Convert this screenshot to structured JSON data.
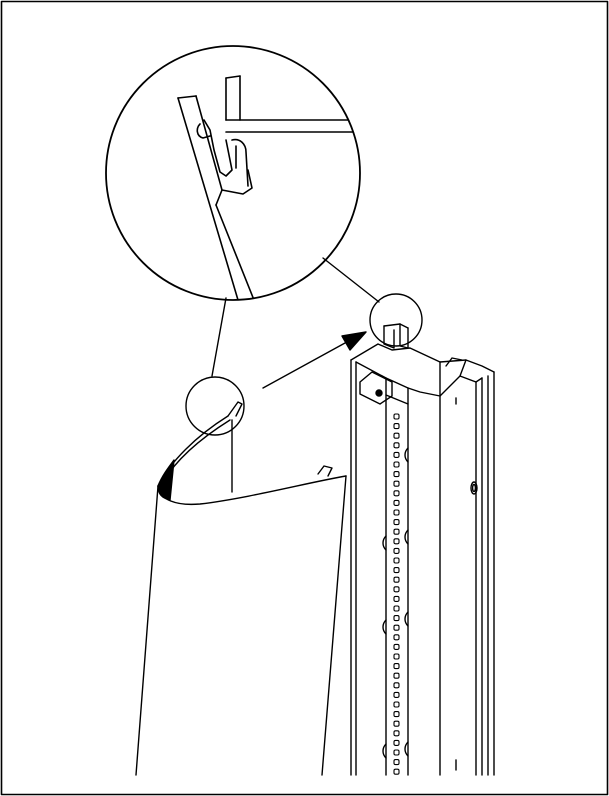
{
  "figure": {
    "kind": "assembly-illustration",
    "line_color": "#000000",
    "background": "#ffffff",
    "parts": [
      "frame-border",
      "detail-magnifier-circle",
      "curved-cover-panel",
      "upright-post",
      "insertion-arrow",
      "leader-lines"
    ]
  }
}
